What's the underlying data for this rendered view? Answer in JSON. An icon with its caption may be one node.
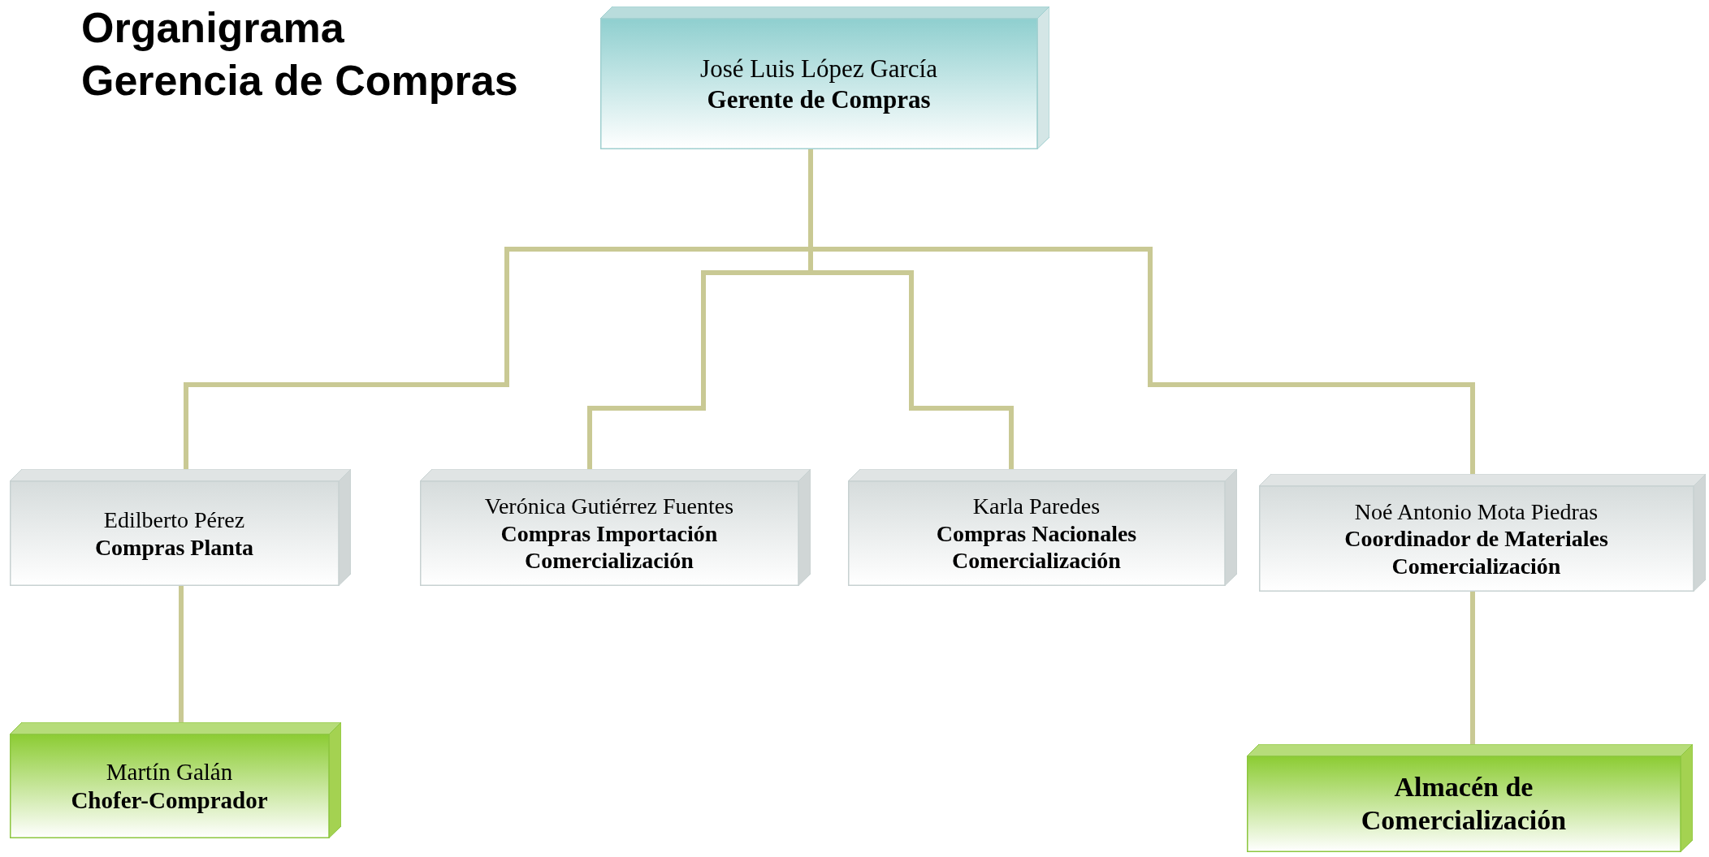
{
  "diagram": {
    "title": "Organigrama Gerencia de Compras",
    "nodes": [
      {
        "text": [
          "José Luis López García",
          "Gerente de Compras"
        ]
      },
      {
        "text": [
          "Edilberto Pérez",
          "Compras Planta"
        ]
      },
      {
        "text": [
          "Verónica Gutiérrez Fuentes",
          "Compras Importación Comercialización"
        ]
      },
      {
        "text": [
          "Karla Paredes",
          "Compras Nacionales Comercialización"
        ]
      },
      {
        "text": [
          "Noé Antonio Mota Piedras",
          "Coordinador de Materiales Comercialización"
        ]
      },
      {
        "text": [
          "Martín Galán",
          "Chofer-Comprador"
        ]
      },
      {
        "text": [
          "Almacén de Comercialización"
        ]
      }
    ],
    "edges": [
      {
        "from": 0,
        "to": 1,
        "arrow": "none"
      },
      {
        "from": 0,
        "to": 2,
        "arrow": "none"
      },
      {
        "from": 0,
        "to": 3,
        "arrow": "none"
      },
      {
        "from": 0,
        "to": 4,
        "arrow": "none"
      },
      {
        "from": 1,
        "to": 5,
        "arrow": "none"
      },
      {
        "from": 4,
        "to": 6,
        "arrow": "none"
      }
    ]
  }
}
